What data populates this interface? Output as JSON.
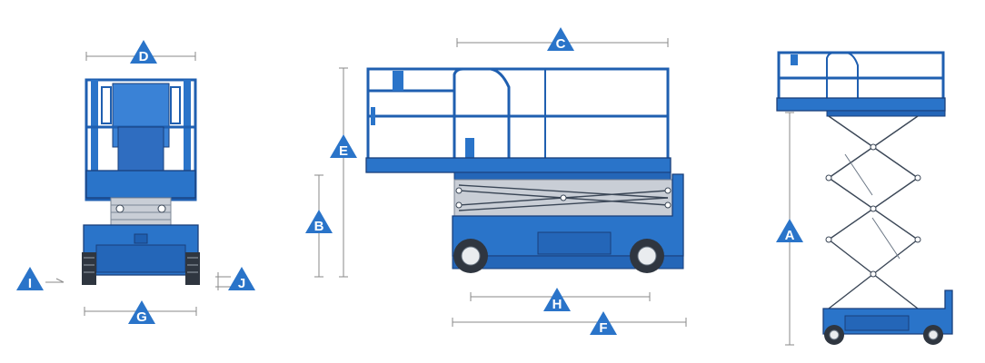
{
  "colors": {
    "machine_blue": "#2a74c9",
    "outline": "#1a3f7a",
    "label_triangle": "#2a74c9",
    "dimension_line": "#8a8a8a"
  },
  "labels": {
    "A": "A",
    "B": "B",
    "C": "C",
    "D": "D",
    "E": "E",
    "F": "F",
    "G": "G",
    "H": "H",
    "I": "I",
    "J": "J"
  }
}
